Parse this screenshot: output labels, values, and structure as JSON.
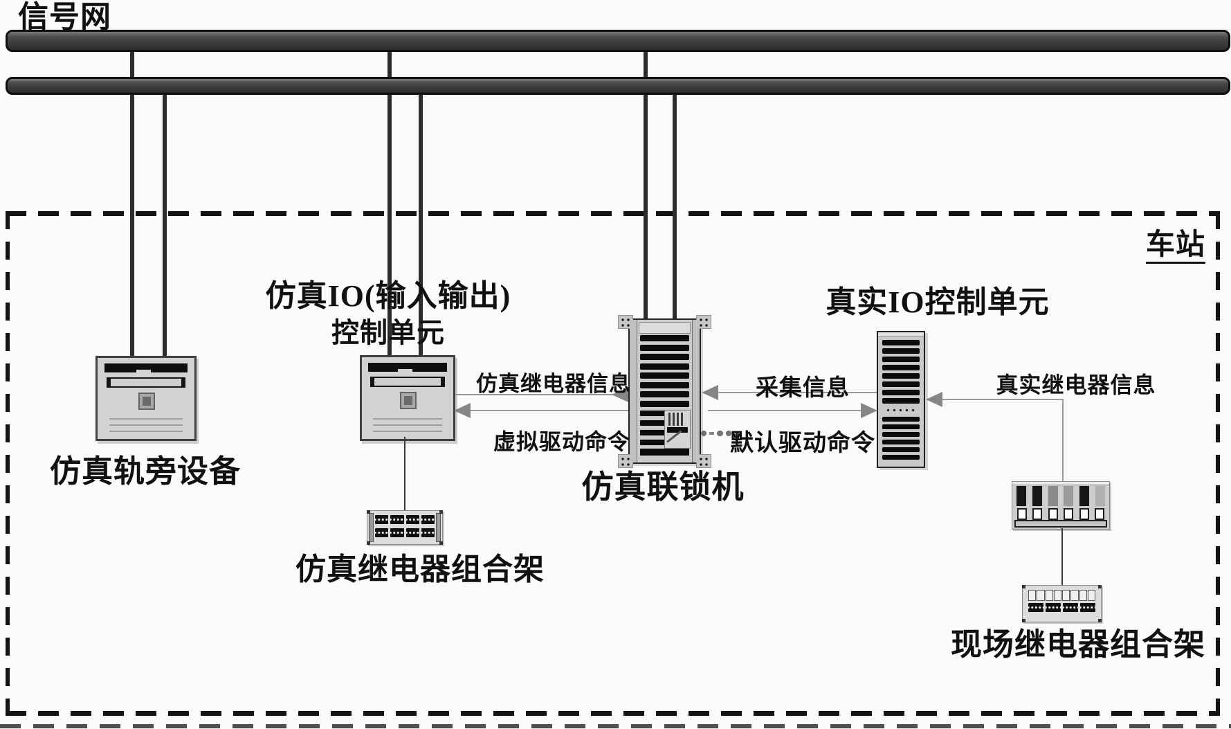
{
  "labels": {
    "signal_network": "信号网",
    "station": "车站",
    "trackside_device": "仿真轨旁设备",
    "sim_io_line1": "仿真IO(输入输出)",
    "sim_io_line2": "控制单元",
    "interlocking": "仿真联锁机",
    "real_io": "真实IO控制单元",
    "sim_relay_rack": "仿真继电器组合架",
    "field_relay_rack": "现场继电器组合架"
  },
  "flows": {
    "sim_relay_info": "仿真继电器信息",
    "virtual_drive_cmd": "虚拟驱动命令",
    "collect_info": "采集信息",
    "default_drive_cmd": "默认驱动命令",
    "real_relay_info": "真实继电器信息"
  },
  "icons": {
    "trackside": "computer-tower-icon",
    "sim_io": "computer-tower-icon",
    "interlocking": "server-rack-icon",
    "real_io": "tall-rack-icon",
    "sim_relay_rack": "relay-module-rack-icon",
    "field_relay_plugs": "relay-plug-row-icon",
    "field_relay_rack": "terminal-rack-icon"
  },
  "colors": {
    "background": "#fafafa",
    "bus": "#2e2e2e",
    "connector_line": "#2c2c2c",
    "flow_line": "#9a9a9a",
    "arrowhead": "#868686",
    "dashed_border": "#141414",
    "text": "#111111",
    "device_body": "#d2d2d2"
  }
}
